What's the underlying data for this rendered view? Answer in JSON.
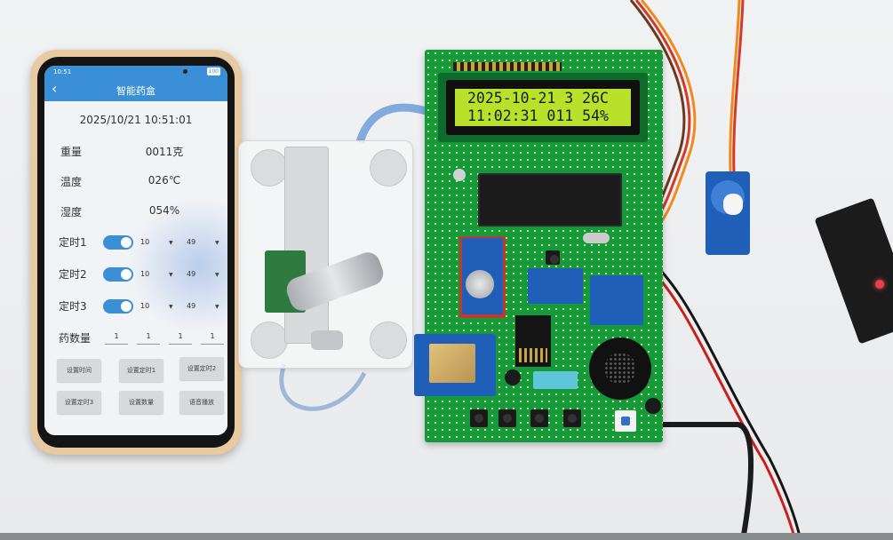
{
  "app": {
    "status_time": "10:51",
    "battery": "100",
    "title": "智能药盒",
    "back_glyph": "‹"
  },
  "readings": {
    "datetime": "2025/10/21  10:51:01",
    "weight": {
      "label": "重量",
      "value": "0011克"
    },
    "temperature": {
      "label": "温度",
      "value": "026℃"
    },
    "humidity": {
      "label": "湿度",
      "value": "054%"
    }
  },
  "timers": [
    {
      "label": "定时1",
      "hour": "10",
      "minute": "49",
      "enabled": true
    },
    {
      "label": "定时2",
      "hour": "10",
      "minute": "49",
      "enabled": true
    },
    {
      "label": "定时3",
      "hour": "10",
      "minute": "49",
      "enabled": true
    }
  ],
  "quantity": {
    "label": "药数量",
    "values": [
      "1",
      "1",
      "1",
      "1"
    ]
  },
  "buttons": [
    "设置时间",
    "设置定时1",
    "设置定时2",
    "设置定时3",
    "设置数量",
    "语音播放"
  ],
  "caret": "▼",
  "lcd": {
    "line1": "2025-10-21 3 26C",
    "line2": "11:02:31 011 54%"
  },
  "colors": {
    "app_blue": "#3a8fd6",
    "pcb_green": "#139a3c",
    "lcd_green": "#b9e12b",
    "phone_case": "#e7c9a2"
  }
}
